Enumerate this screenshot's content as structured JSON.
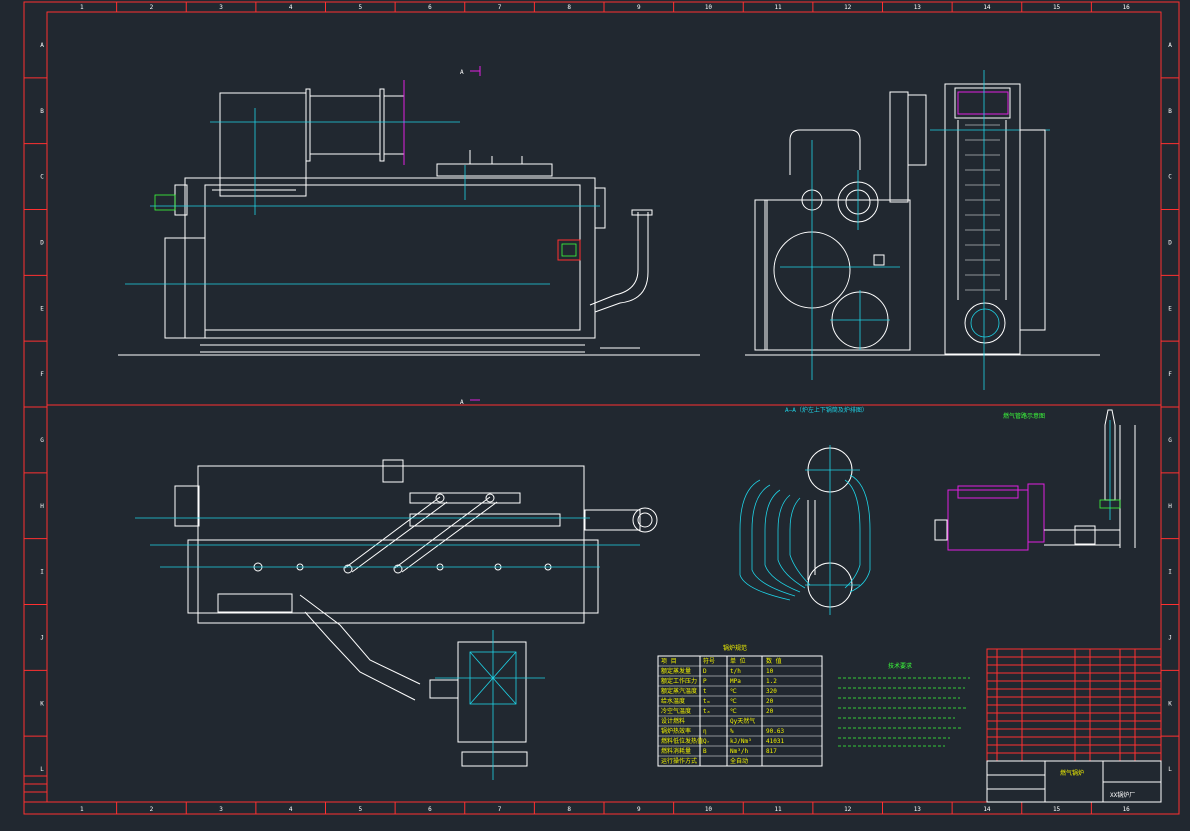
{
  "border": {
    "columns": [
      "1",
      "2",
      "3",
      "4",
      "5",
      "6",
      "7",
      "8",
      "9",
      "10",
      "11",
      "12",
      "13",
      "14",
      "15",
      "16"
    ],
    "rows": [
      "A",
      "B",
      "C",
      "D",
      "E",
      "F",
      "G",
      "H",
      "I",
      "J",
      "K",
      "L"
    ]
  },
  "views": {
    "top_view_label": "A",
    "section_view_label": "A",
    "section_title": "A—A（炉左上下锅筒及炉排图）",
    "schematic_title": "燃气管路示意图"
  },
  "params_table": {
    "title": "锅炉规范",
    "headers": [
      "项 目",
      "符号",
      "单 位",
      "数 值"
    ],
    "rows": [
      [
        "额定蒸发量",
        "D",
        "t/h",
        "10"
      ],
      [
        "额定工作压力",
        "P",
        "MPa",
        "1.2"
      ],
      [
        "额定蒸汽温度",
        "t",
        "℃",
        "320"
      ],
      [
        "给水温度",
        "tₘ",
        "℃",
        "20"
      ],
      [
        "冷空气温度",
        "tₐ",
        "℃",
        "20"
      ],
      [
        "设计燃料",
        "",
        "Qy天然气",
        ""
      ],
      [
        "锅炉热效率",
        "η",
        "%",
        "90.63"
      ],
      [
        "燃料低位发热值",
        "Qᵣ",
        "kJ/Nm³",
        "41031"
      ],
      [
        "燃料消耗量",
        "B",
        "Nm³/h",
        "817"
      ],
      [
        "运行操作方式",
        "",
        "全自动",
        ""
      ]
    ]
  },
  "tech_notes": {
    "title": "技术要求"
  },
  "title_block": {
    "drawing_name": "燃气锅炉",
    "company": "XX锅炉厂"
  }
}
